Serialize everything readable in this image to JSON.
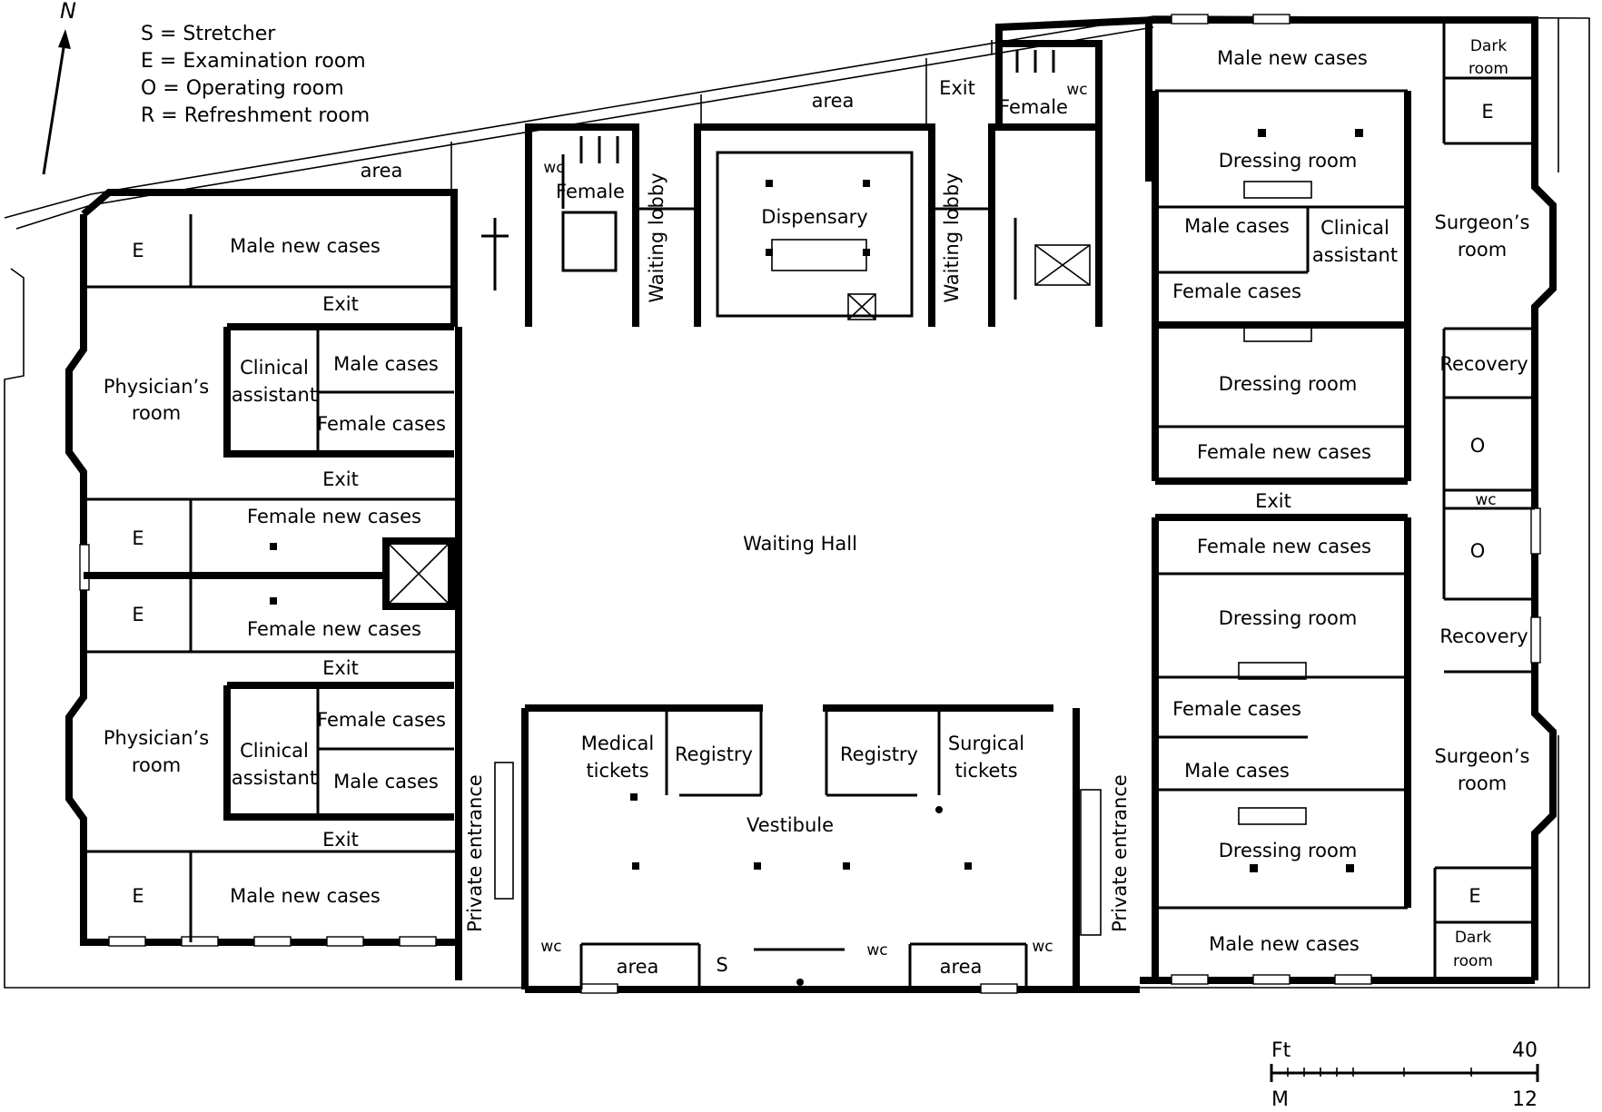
{
  "legend": {
    "items": [
      "S = Stretcher",
      "E = Examination room",
      "O = Operating room",
      "R = Refreshment room"
    ],
    "north": "N"
  },
  "scale": {
    "ft_label": "Ft",
    "ft_max": "40",
    "m_label": "M",
    "m_max": "12"
  },
  "rooms": {
    "area_top_left": "area",
    "area_top_mid": "area",
    "exit_top": "Exit",
    "wc_top_left": "wc",
    "female_top_left": "Female",
    "female_top_right": "Female",
    "wc_top_right": "wc",
    "waiting_lobby_left": "Waiting lobby",
    "waiting_lobby_right": "Waiting lobby",
    "dispensary": "Dispensary",
    "waiting_hall": "Waiting Hall",
    "west": {
      "e1": "E",
      "male_new_1": "Male new cases",
      "exit_1": "Exit",
      "physician_1": [
        "Physician’s",
        "room"
      ],
      "clinical_1": [
        "Clinical",
        "assistant"
      ],
      "male_cases_1": "Male cases",
      "female_cases_1": "Female cases",
      "exit_2": "Exit",
      "e2": "E",
      "female_new_1": "Female new cases",
      "e3": "E",
      "female_new_2": "Female new cases",
      "exit_3": "Exit",
      "physician_2": [
        "Physician’s",
        "room"
      ],
      "clinical_2": [
        "Clinical",
        "assistant"
      ],
      "female_cases_2": "Female cases",
      "male_cases_2": "Male cases",
      "exit_4": "Exit",
      "e4": "E",
      "male_new_2": "Male new cases"
    },
    "south": {
      "private_entrance_left": "Private entrance",
      "private_entrance_right": "Private entrance",
      "medical_tickets": [
        "Medical",
        "tickets"
      ],
      "registry_left": "Registry",
      "registry_right": "Registry",
      "surgical_tickets": [
        "Surgical",
        "tickets"
      ],
      "vestibule": "Vestibule",
      "wc_1": "wc",
      "wc_2": "wc",
      "wc_3": "wc",
      "area_1": "area",
      "area_2": "area",
      "s": "S"
    },
    "east": {
      "male_new_1": "Male new cases",
      "dark_room_1": [
        "Dark",
        "room"
      ],
      "e1": "E",
      "dressing_1": "Dressing room",
      "male_cases_1": "Male cases",
      "clinical": [
        "Clinical",
        "assistant"
      ],
      "surgeon_1": [
        "Surgeon’s",
        "room"
      ],
      "female_cases_1": "Female cases",
      "dressing_2": "Dressing room",
      "recovery_1": "Recovery",
      "female_new_1": "Female new cases",
      "o1": "O",
      "wc": "wc",
      "exit": "Exit",
      "female_new_2": "Female new cases",
      "o2": "O",
      "dressing_3": "Dressing room",
      "recovery_2": "Recovery",
      "female_cases_2": "Female cases",
      "surgeon_2": [
        "Surgeon’s",
        "room"
      ],
      "male_cases_2": "Male cases",
      "dressing_4": "Dressing room",
      "e2": "E",
      "dark_room_2": [
        "Dark",
        "room"
      ],
      "male_new_2": "Male new cases"
    }
  }
}
